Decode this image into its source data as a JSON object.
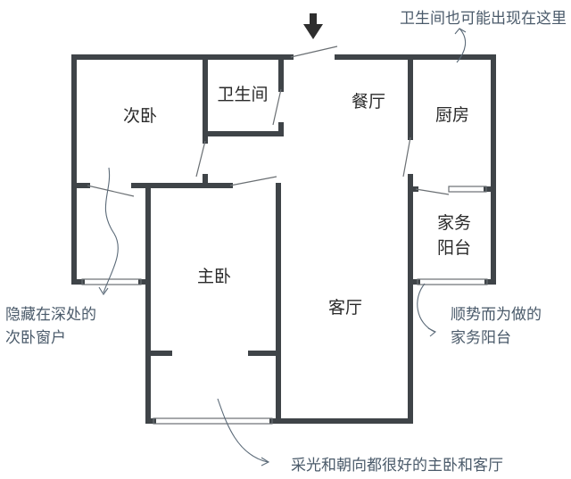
{
  "rooms": {
    "second_bedroom": "次卧",
    "bathroom": "卫生间",
    "dining": "餐厅",
    "kitchen": "厨房",
    "utility_balcony_line1": "家务",
    "utility_balcony_line2": "阳台",
    "master_bedroom": "主卧",
    "living_room": "客厅"
  },
  "annotations": {
    "top_right": "卫生间也可能出现在这里",
    "left_line1": "隐藏在深处的",
    "left_line2": "次卧窗户",
    "right_line1": "顺势而为做的",
    "right_line2": "家务阳台",
    "bottom": "采光和朝向都很好的主卧和客厅"
  },
  "colors": {
    "wall": "#3f4448",
    "annotation": "#4a5a6a",
    "label": "#2a2a2a"
  },
  "icons": {
    "entrance": "entrance-arrow-icon"
  }
}
